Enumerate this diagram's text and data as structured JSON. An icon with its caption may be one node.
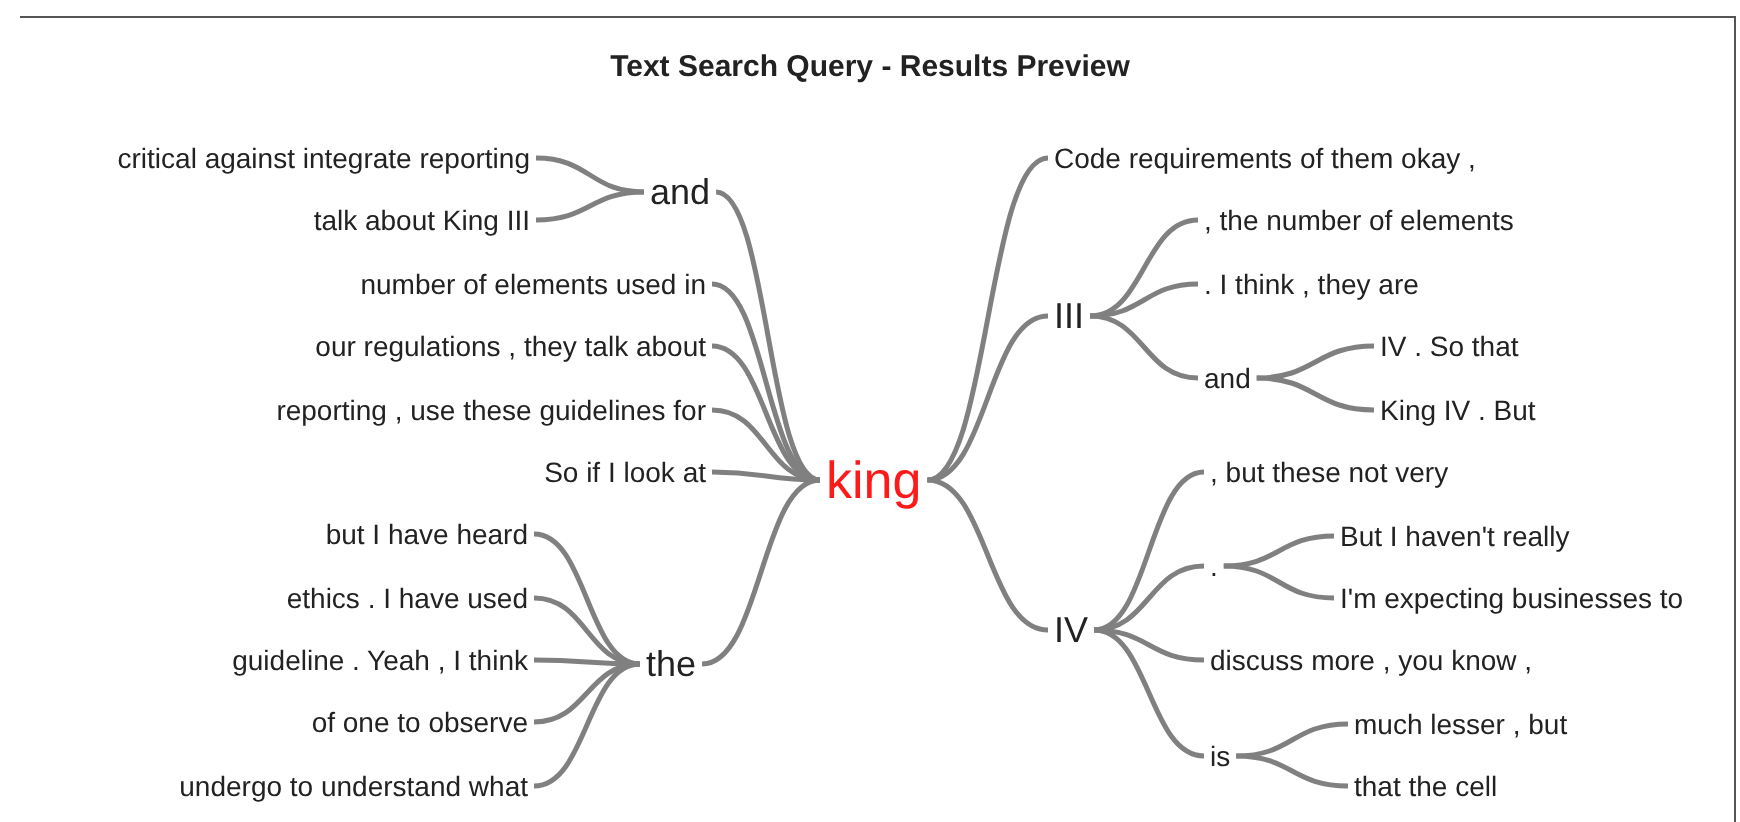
{
  "diagram": {
    "title": "Text Search Query - Results Preview",
    "nodes": [
      {
        "text": [
          "king"
        ]
      },
      {
        "text": [
          "and"
        ]
      },
      {
        "text": [
          "critical against integrate reporting"
        ]
      },
      {
        "text": [
          "talk about King III"
        ]
      },
      {
        "text": [
          "number of elements used in"
        ]
      },
      {
        "text": [
          "our regulations , they talk about"
        ]
      },
      {
        "text": [
          "reporting , use these guidelines for"
        ]
      },
      {
        "text": [
          "So if I look at"
        ]
      },
      {
        "text": [
          "the"
        ]
      },
      {
        "text": [
          "but I have heard"
        ]
      },
      {
        "text": [
          "ethics . I have used"
        ]
      },
      {
        "text": [
          "guideline . Yeah , I think"
        ]
      },
      {
        "text": [
          "of one to observe"
        ]
      },
      {
        "text": [
          "undergo to understand what"
        ]
      },
      {
        "text": [
          "Code requirements of them okay ,"
        ]
      },
      {
        "text": [
          "III"
        ]
      },
      {
        "text": [
          ", the number of elements"
        ]
      },
      {
        "text": [
          ". I think , they are"
        ]
      },
      {
        "text": [
          "and"
        ]
      },
      {
        "text": [
          "IV . So that"
        ]
      },
      {
        "text": [
          "King IV . But"
        ]
      },
      {
        "text": [
          "IV"
        ]
      },
      {
        "text": [
          ", but these not very"
        ]
      },
      {
        "text": [
          "."
        ]
      },
      {
        "text": [
          "But I haven't really"
        ]
      },
      {
        "text": [
          "I'm expecting businesses to"
        ]
      },
      {
        "text": [
          "discuss more , you know ,"
        ]
      },
      {
        "text": [
          "is"
        ]
      },
      {
        "text": [
          "much lesser , but"
        ]
      },
      {
        "text": [
          "that the cell"
        ]
      }
    ],
    "edges": [
      {
        "from": 0,
        "to": 1,
        "arrow": "none"
      },
      {
        "from": 1,
        "to": 2,
        "arrow": "none"
      },
      {
        "from": 1,
        "to": 3,
        "arrow": "none"
      },
      {
        "from": 0,
        "to": 4,
        "arrow": "none"
      },
      {
        "from": 0,
        "to": 5,
        "arrow": "none"
      },
      {
        "from": 0,
        "to": 6,
        "arrow": "none"
      },
      {
        "from": 0,
        "to": 7,
        "arrow": "none"
      },
      {
        "from": 0,
        "to": 8,
        "arrow": "none"
      },
      {
        "from": 8,
        "to": 9,
        "arrow": "none"
      },
      {
        "from": 8,
        "to": 10,
        "arrow": "none"
      },
      {
        "from": 8,
        "to": 11,
        "arrow": "none"
      },
      {
        "from": 8,
        "to": 12,
        "arrow": "none"
      },
      {
        "from": 8,
        "to": 13,
        "arrow": "none"
      },
      {
        "from": 0,
        "to": 14,
        "arrow": "none"
      },
      {
        "from": 0,
        "to": 15,
        "arrow": "none"
      },
      {
        "from": 15,
        "to": 16,
        "arrow": "none"
      },
      {
        "from": 15,
        "to": 17,
        "arrow": "none"
      },
      {
        "from": 15,
        "to": 18,
        "arrow": "none"
      },
      {
        "from": 18,
        "to": 19,
        "arrow": "none"
      },
      {
        "from": 18,
        "to": 20,
        "arrow": "none"
      },
      {
        "from": 0,
        "to": 21,
        "arrow": "none"
      },
      {
        "from": 21,
        "to": 22,
        "arrow": "none"
      },
      {
        "from": 21,
        "to": 23,
        "arrow": "none"
      },
      {
        "from": 23,
        "to": 24,
        "arrow": "none"
      },
      {
        "from": 23,
        "to": 25,
        "arrow": "none"
      },
      {
        "from": 21,
        "to": 26,
        "arrow": "none"
      },
      {
        "from": 21,
        "to": 27,
        "arrow": "none"
      },
      {
        "from": 27,
        "to": 28,
        "arrow": "none"
      },
      {
        "from": 27,
        "to": 29,
        "arrow": "none"
      }
    ]
  }
}
